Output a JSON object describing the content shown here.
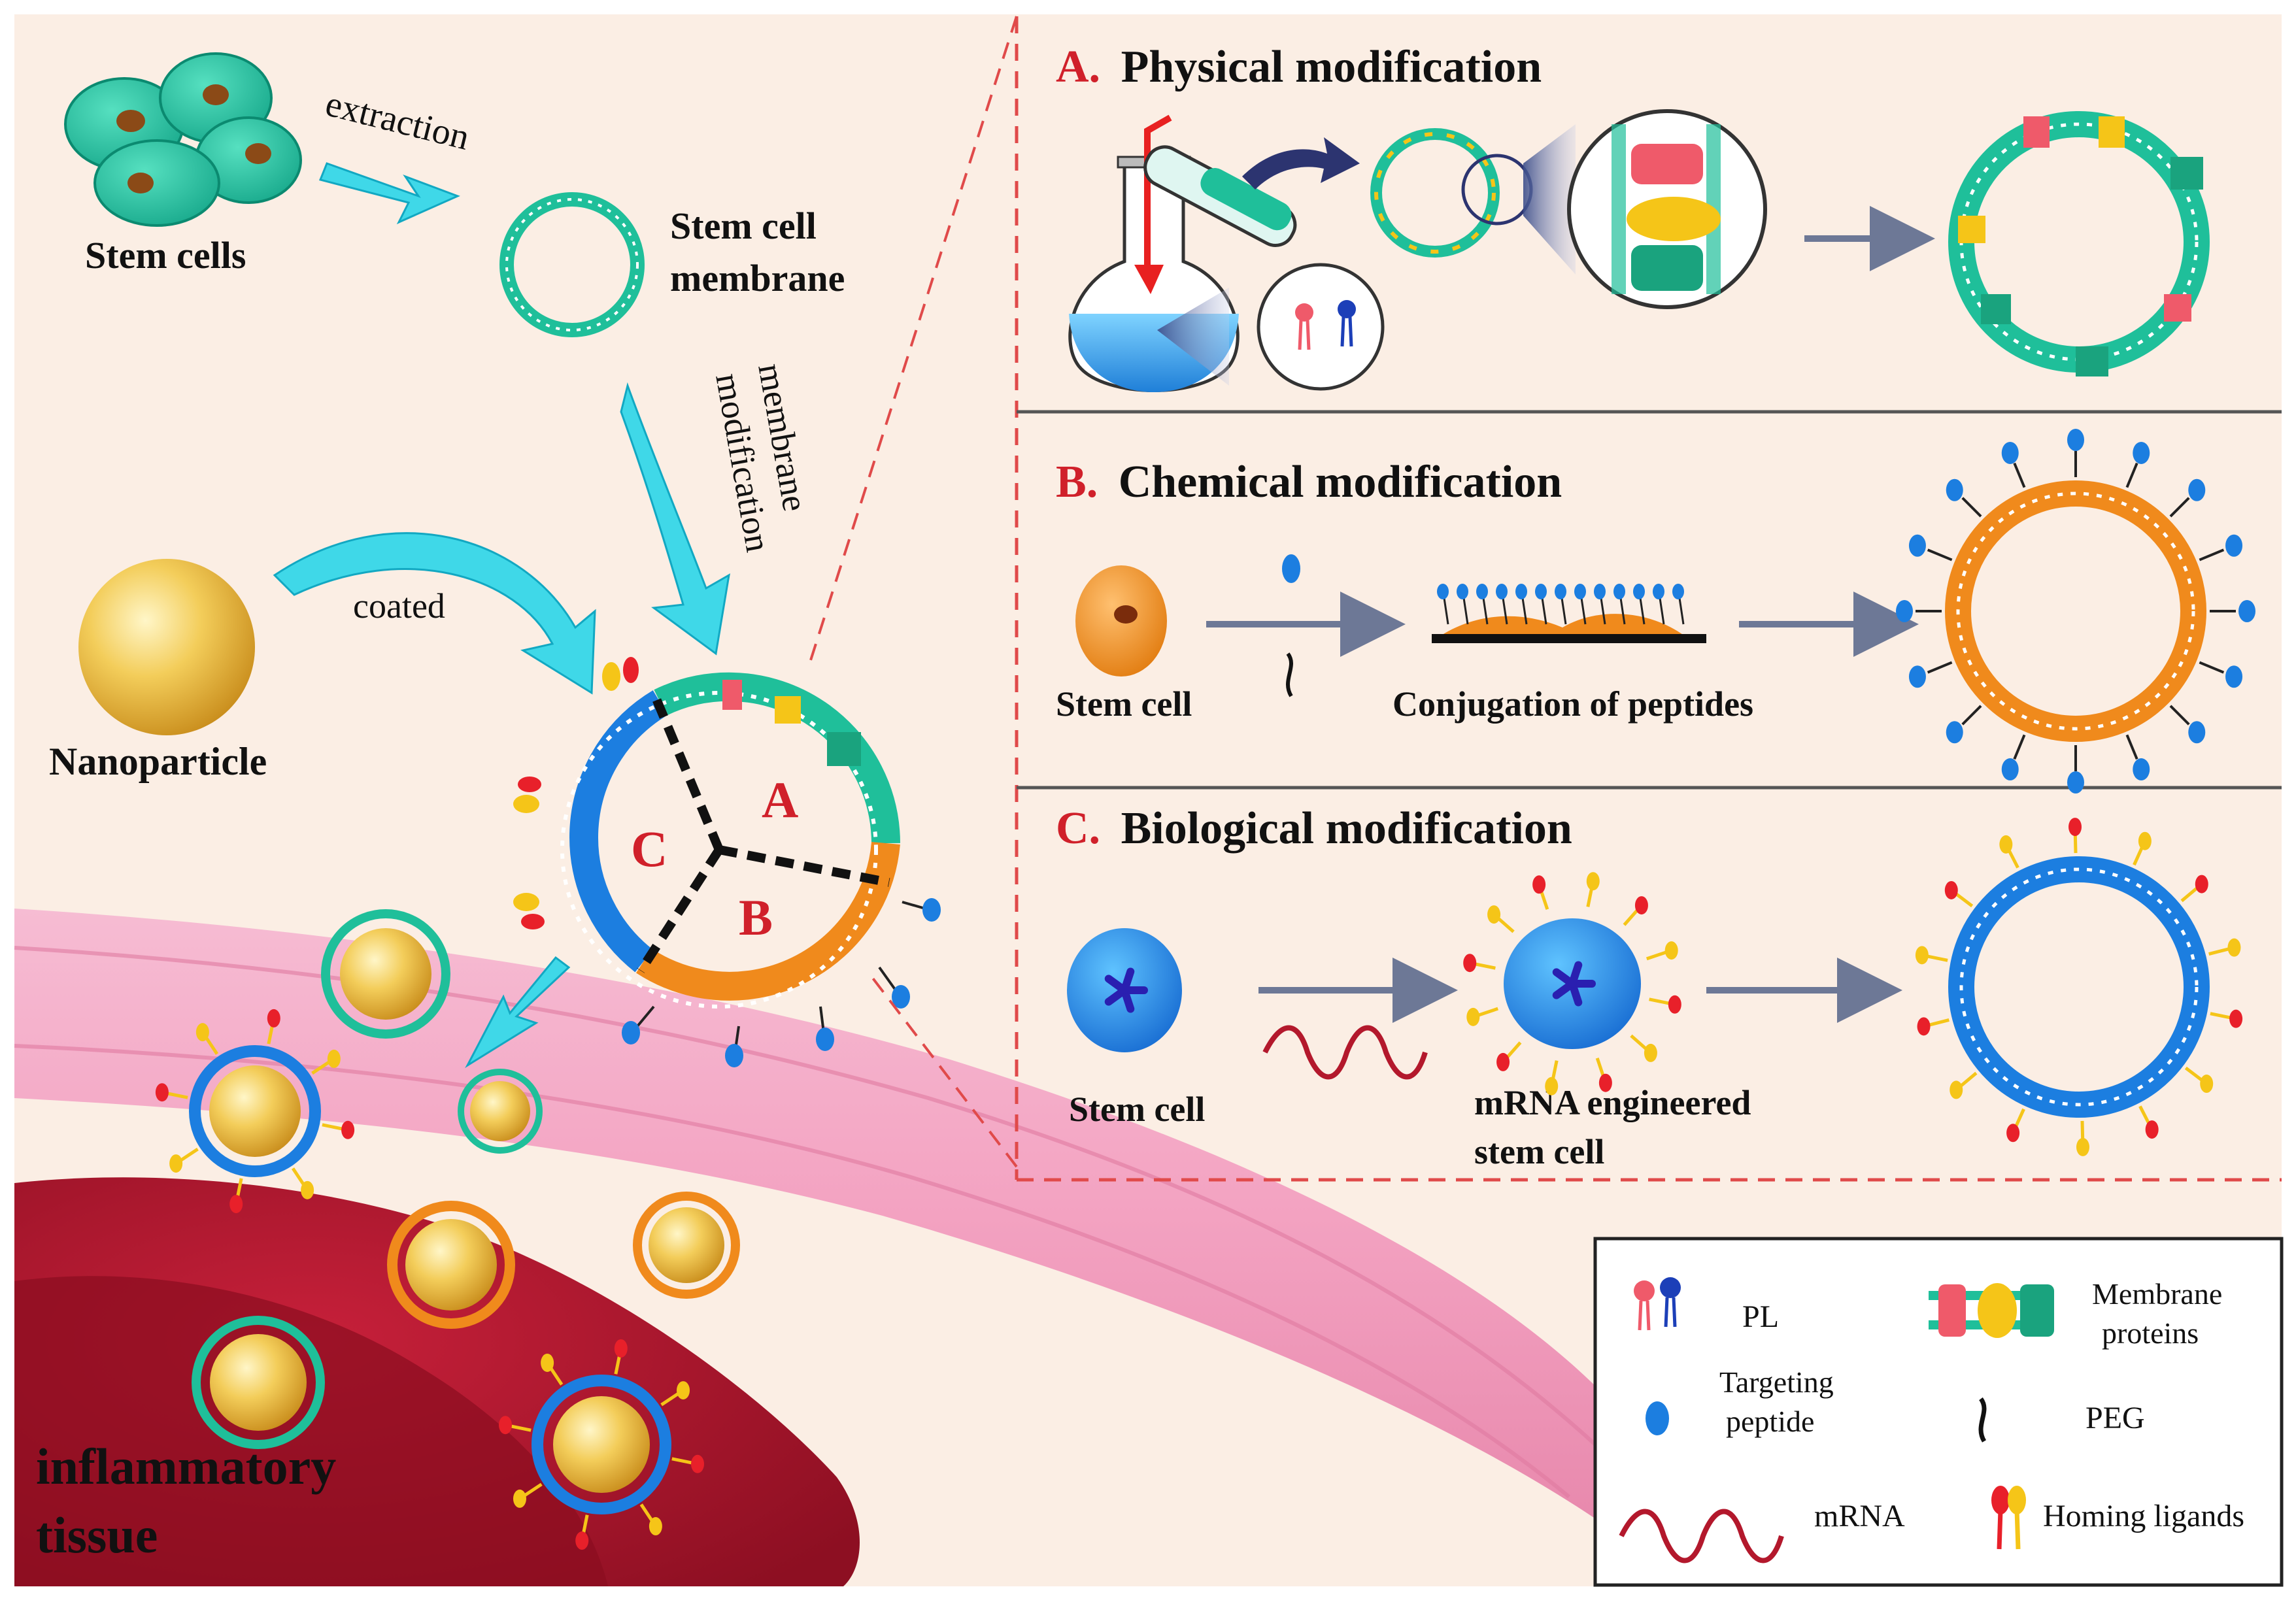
{
  "left": {
    "stem_cells": "Stem cells",
    "extraction": "extraction",
    "membrane_line1": "Stem cell",
    "membrane_line2": "membrane",
    "mod_line1": "membrane",
    "mod_line2": "modification",
    "coated": "coated",
    "nanoparticle": "Nanoparticle",
    "sector_a": "A",
    "sector_b": "B",
    "sector_c": "C",
    "tissue_line1": "inflammatory",
    "tissue_line2": "tissue"
  },
  "panel_a": {
    "letter": "A.",
    "title": "Physical modification"
  },
  "panel_b": {
    "letter": "B.",
    "title": "Chemical modification",
    "stem_cell": "Stem cell",
    "conjugation": "Conjugation of peptides"
  },
  "panel_c": {
    "letter": "C.",
    "title": "Biological modification",
    "stem_cell": "Stem cell",
    "engineered_line1": "mRNA engineered",
    "engineered_line2": "stem cell"
  },
  "legend": {
    "pl": "PL",
    "membrane_line1": "Membrane",
    "membrane_line2": "proteins",
    "targeting_line1": "Targeting",
    "targeting_line2": "peptide",
    "peg": "PEG",
    "mrna": "mRNA",
    "homing": "Homing ligands"
  },
  "colors": {
    "background": "#fbeee4",
    "teal_membrane": "#1fbf9a",
    "orange_membrane": "#f08a1c",
    "blue_membrane": "#1c7ee0",
    "accent_red": "#d0202a",
    "tissue_red": "#b3182c",
    "vessel_pink": "#f2a6c2",
    "arrow_cyan": "#3fd8e8"
  }
}
